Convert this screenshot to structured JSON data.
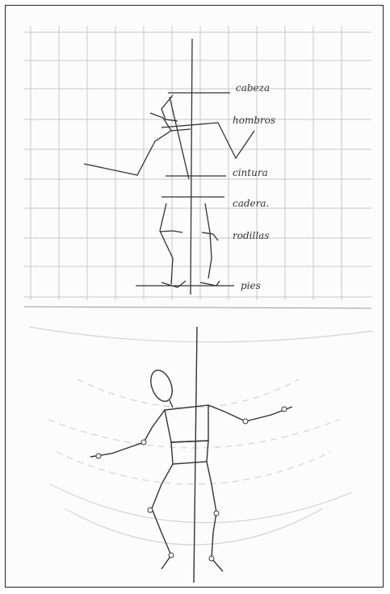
{
  "sketch_top": {
    "labels": {
      "head": "cabeza",
      "shoulders": "hombros",
      "waist": "cintura",
      "hips": "cadera.",
      "knees": "rodillas",
      "feet": "pies"
    }
  },
  "colors": {
    "ink": "#333333",
    "grid": "#c8c8c8",
    "arc": "#d4d4d4",
    "border": "#222222"
  }
}
